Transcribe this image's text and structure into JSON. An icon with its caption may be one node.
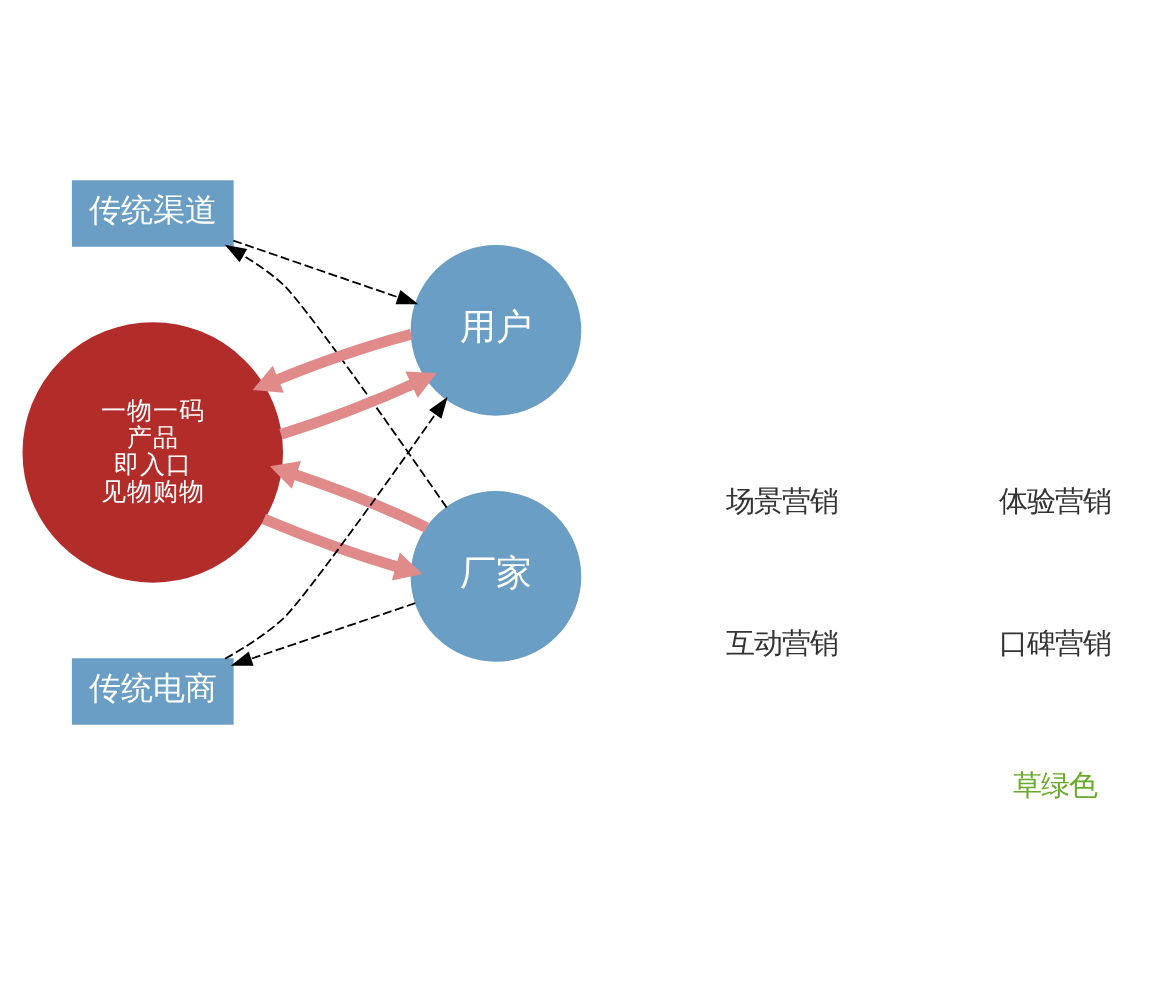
{
  "diagram": {
    "nodes": [
      {
        "text": [
          "传统渠道"
        ]
      },
      {
        "text": [
          "厂家"
        ]
      },
      {
        "text": [
          "一物一码",
          "产品",
          "即入口",
          "见物购物"
        ]
      },
      {
        "text": [
          "用户"
        ]
      },
      {
        "text": [
          "传统电商"
        ]
      }
    ],
    "edges": [
      {
        "from": 1,
        "to": 0,
        "arrow": "to",
        "style": "dashed"
      },
      {
        "from": 0,
        "to": 3,
        "arrow": "to",
        "style": "dashed"
      },
      {
        "from": 2,
        "to": 1,
        "arrow": "to",
        "style": "thick",
        "color": "#e08a8a"
      },
      {
        "from": 1,
        "to": 2,
        "arrow": "to",
        "style": "thick",
        "color": "#e08a8a"
      },
      {
        "from": 3,
        "to": 2,
        "arrow": "to",
        "style": "thick",
        "color": "#e08a8a"
      },
      {
        "from": 2,
        "to": 3,
        "arrow": "to",
        "style": "thick",
        "color": "#e08a8a"
      },
      {
        "from": 1,
        "to": 4,
        "arrow": "to",
        "style": "dashed"
      },
      {
        "from": 4,
        "to": 3,
        "arrow": "to",
        "style": "dashed"
      }
    ],
    "labels": [
      "场景营销",
      "体验营销",
      "互动营销",
      "口碑营销",
      "草绿色"
    ]
  }
}
